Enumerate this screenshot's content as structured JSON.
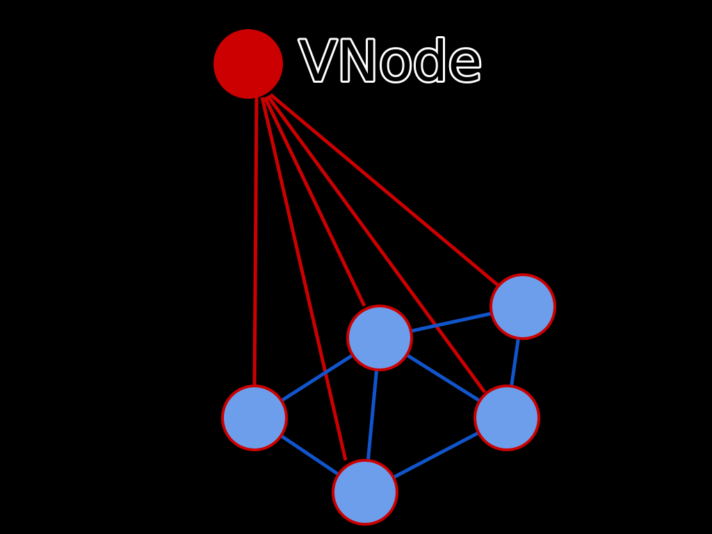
{
  "diagram": {
    "label": "VNode",
    "colors": {
      "background": "#000000",
      "vnode_fill": "#cc0000",
      "node_fill": "#6d9eeb",
      "node_stroke": "#cc0000",
      "vnode_edge": "#cc0000",
      "node_edge": "#1155cc",
      "label_fill": "#000000",
      "label_outline": "#ffffff"
    },
    "vnode": {
      "id": "vnode"
    },
    "nodes": [
      {
        "id": "n1"
      },
      {
        "id": "n2"
      },
      {
        "id": "n3"
      },
      {
        "id": "n4"
      },
      {
        "id": "n5"
      },
      {
        "id": "n6"
      }
    ],
    "vnode_edges": [
      {
        "to": "n3"
      },
      {
        "to": "n5"
      },
      {
        "to": "n1"
      },
      {
        "to": "n4"
      },
      {
        "to": "n2"
      }
    ],
    "node_edges": [
      {
        "from": "n1",
        "to": "n2"
      },
      {
        "from": "n1",
        "to": "n3"
      },
      {
        "from": "n1",
        "to": "n5"
      },
      {
        "from": "n1",
        "to": "n4"
      },
      {
        "from": "n2",
        "to": "n4"
      },
      {
        "from": "n3",
        "to": "n5"
      },
      {
        "from": "n5",
        "to": "n4"
      }
    ]
  }
}
